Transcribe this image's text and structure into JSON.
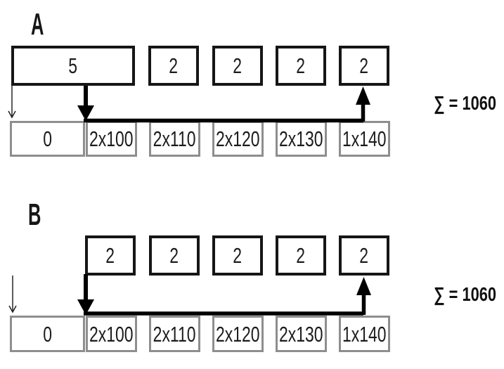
{
  "figure": {
    "sections": [
      {
        "label": "A",
        "top_row": [
          "5",
          "2",
          "2",
          "2",
          "2"
        ],
        "bottom_row": [
          "0",
          "2x100",
          "2x110",
          "2x120",
          "2x130",
          "1x140"
        ],
        "sum_label": "∑ = 1060"
      },
      {
        "label": "B",
        "top_row": [
          "2",
          "2",
          "2",
          "2",
          "2"
        ],
        "bottom_row": [
          "0",
          "2x100",
          "2x110",
          "2x120",
          "2x130",
          "1x140"
        ],
        "sum_label": "∑ = 1060"
      }
    ],
    "colors": {
      "top_box_border": "#161616",
      "bottom_box_border": "#8e8e8e",
      "arrow": "#000000",
      "background": "#ffffff"
    }
  }
}
